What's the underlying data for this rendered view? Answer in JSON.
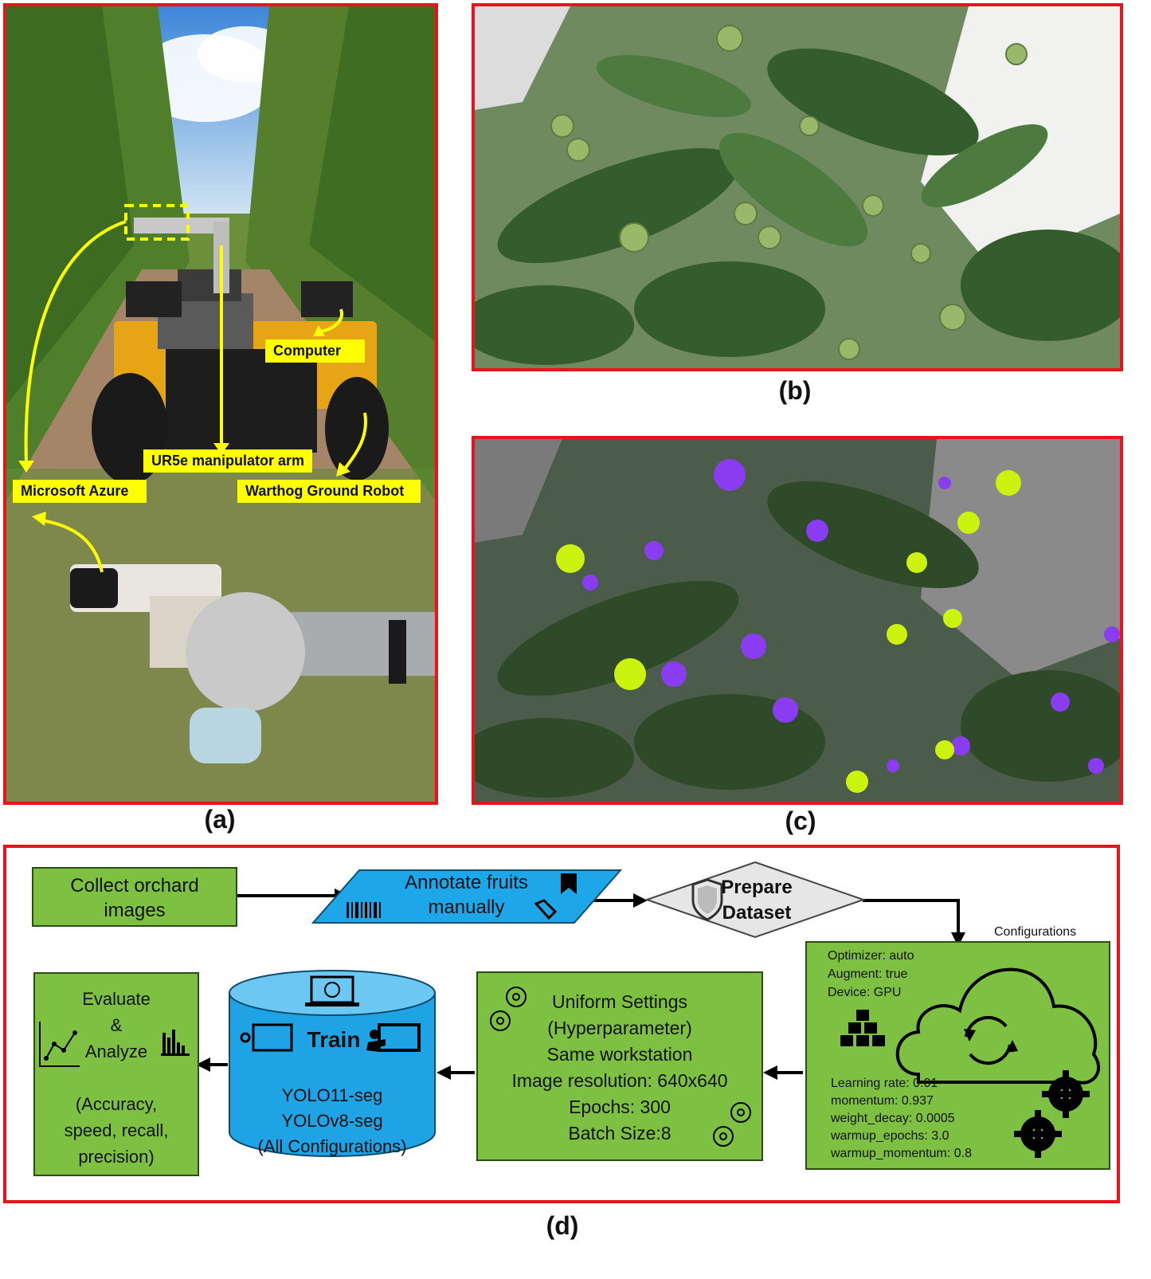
{
  "captions": {
    "a": "(a)",
    "b": "(b)",
    "c": "(c)",
    "d": "(d)"
  },
  "panel_a": {
    "labels": {
      "computer": "Computer",
      "arm": "UR5e manipulator arm",
      "azure": "Microsoft Azure",
      "warthog": "Warthog Ground Robot"
    }
  },
  "flow": {
    "collect": [
      "Collect orchard",
      "images"
    ],
    "annotate": [
      "Annotate fruits",
      "manually"
    ],
    "prepare": [
      "Prepare",
      "Dataset"
    ],
    "config_title": "Configurations",
    "config_top": [
      "Optimizer: auto",
      "Augment: true",
      "Device: GPU"
    ],
    "config_bottom": [
      "Learning rate: 0.01",
      "momentum: 0.937",
      "weight_decay: 0.0005",
      "warmup_epochs: 3.0",
      "warmup_momentum: 0.8"
    ],
    "uniform": [
      "Uniform Settings",
      "(Hyperparameter)",
      "Same workstation",
      "Image resolution: 640x640",
      "Epochs: 300",
      "Batch Size:8"
    ],
    "train_title": "Train",
    "train_lines": [
      "YOLO11-seg",
      "YOLOv8-seg",
      "(All Configurations)"
    ],
    "evaluate": [
      "Evaluate",
      "&",
      "Analyze"
    ],
    "evaluate_metrics": [
      "(Accuracy,",
      "speed, recall,",
      "precision)"
    ]
  },
  "colors": {
    "border": "#e8141b",
    "box_green": "#7ec142",
    "annotate_blue": "#1ea7e8",
    "cylinder_blue": "#1fa3e4",
    "diamond_gray": "#e6e6e6",
    "mask_purple": "#8a3cf0",
    "mask_yellow": "#ccf20f",
    "label_yellow": "#ffff00"
  }
}
